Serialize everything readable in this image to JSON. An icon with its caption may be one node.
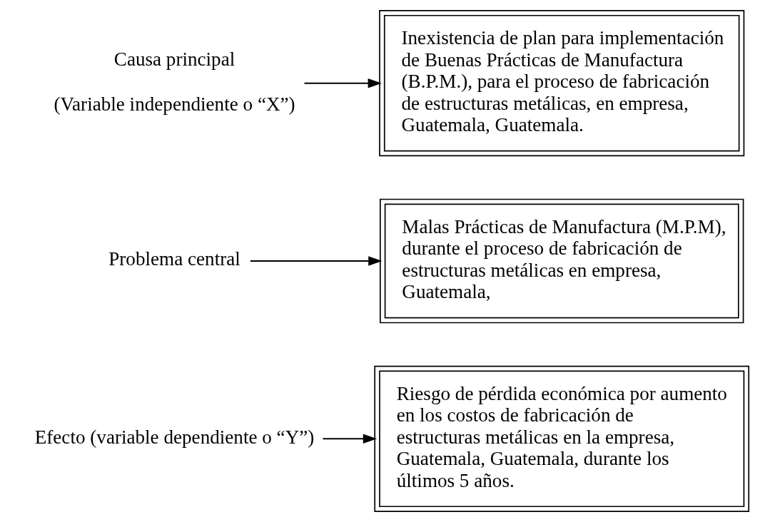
{
  "diagram": {
    "nodes": [
      {
        "text": [
          "Efecto (variable dependiente o “Y”)"
        ]
      },
      {
        "text": [
          "Riesgo de pérdida económica por aumento en los costos de fabricación de estructuras metálicas en la empresa, Guatemala, Guatemala, durante los últimos 5 años."
        ]
      },
      {
        "text": [
          "Problema central"
        ]
      },
      {
        "text": [
          "Malas Prácticas de Manufactura (M.P.M), durante el proceso de fabricación de estructuras metálicas en empresa, Guatemala,"
        ]
      },
      {
        "text": [
          "Causa principal",
          "(Variable independiente o “X”)"
        ]
      },
      {
        "text": [
          "Inexistencia de plan para implementación de Buenas Prácticas de Manufactura (B.P.M.), para el proceso de fabricación de estructuras metálicas, en empresa, Guatemala, Guatemala."
        ]
      }
    ],
    "edges": [
      {
        "from": 0,
        "to": 1,
        "arrow": "to"
      },
      {
        "from": 2,
        "to": 3,
        "arrow": "to"
      },
      {
        "from": 4,
        "to": 5,
        "arrow": "to"
      }
    ]
  }
}
